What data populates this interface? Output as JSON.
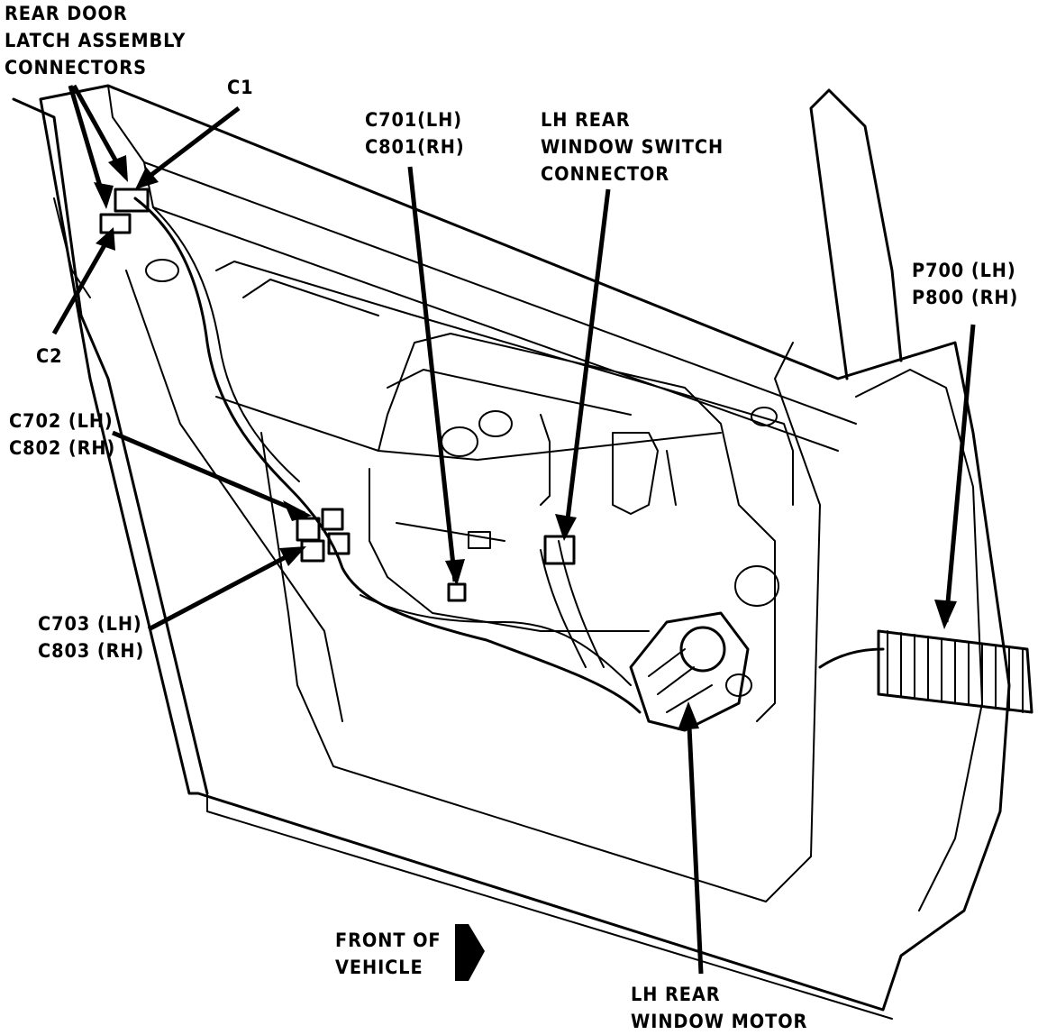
{
  "labels": {
    "latch_connectors": [
      "REAR DOOR",
      "LATCH ASSEMBLY",
      "CONNECTORS"
    ],
    "c1": "C1",
    "c2": "C2",
    "c701": [
      "C701(LH)",
      "C801(RH)"
    ],
    "switch_connector": [
      "LH REAR",
      "WINDOW SWITCH",
      "CONNECTOR"
    ],
    "p700": [
      "P700 (LH)",
      "P800 (RH)"
    ],
    "c702": [
      "C702 (LH)",
      "C802 (RH)"
    ],
    "c703": [
      "C703 (LH)",
      "C803 (RH)"
    ],
    "front_of_vehicle": [
      "FRONT OF",
      "VEHICLE"
    ],
    "window_motor": [
      "LH REAR",
      "WINDOW MOTOR"
    ]
  }
}
